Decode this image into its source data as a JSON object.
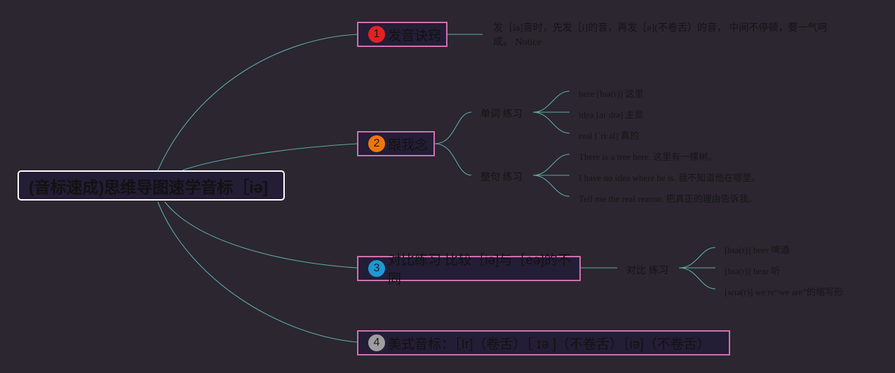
{
  "colors": {
    "background": "#2b2630",
    "root_border": "#ffffff",
    "branch_border": "#d070b0",
    "connector": "#5fa9a7",
    "badge_1": "#e42121",
    "badge_2": "#f0750f",
    "badge_3": "#1b9ad6",
    "badge_4": "#9e9e9e"
  },
  "root": {
    "title": "(音标速成)思维导图速学音标［iə]"
  },
  "branches": [
    {
      "num": "1",
      "label": "发音诀窍",
      "note": "发［iə]音时，先发［i]的音，再发［ə](不卷舌）的音， 中间不停顿，要一气呵成。 Notice"
    },
    {
      "num": "2",
      "label": "跟我念",
      "groups": [
        {
          "label": "单词 练习",
          "items": [
            "here [hɪə(r)] 这里",
            "idea [aɪˈdɪə] 主意",
            "real [ˈri:əl] 真的"
          ]
        },
        {
          "label": "整句 练习",
          "items": [
            "There is a tree here. 这里有一棵树。",
            "I have no idea where he is. 我不知道他在哪里。",
            "Tell me the real reason. 把真正的理由告诉我。"
          ]
        }
      ]
    },
    {
      "num": "3",
      "label": "对比练习 比较［iə]与［eə]的不同",
      "groups": [
        {
          "label": "对比 练习",
          "items": [
            "[bɪə(r)] beer 啤酒",
            "[hɪə(r)] hear 听",
            "[wɪə(r)] we're“we are”的缩写形"
          ]
        }
      ]
    },
    {
      "num": "4",
      "label": "美式音标：［Ir]（卷舌）［ ɪə ]（不卷舌）［iə]（不卷舌）"
    }
  ]
}
